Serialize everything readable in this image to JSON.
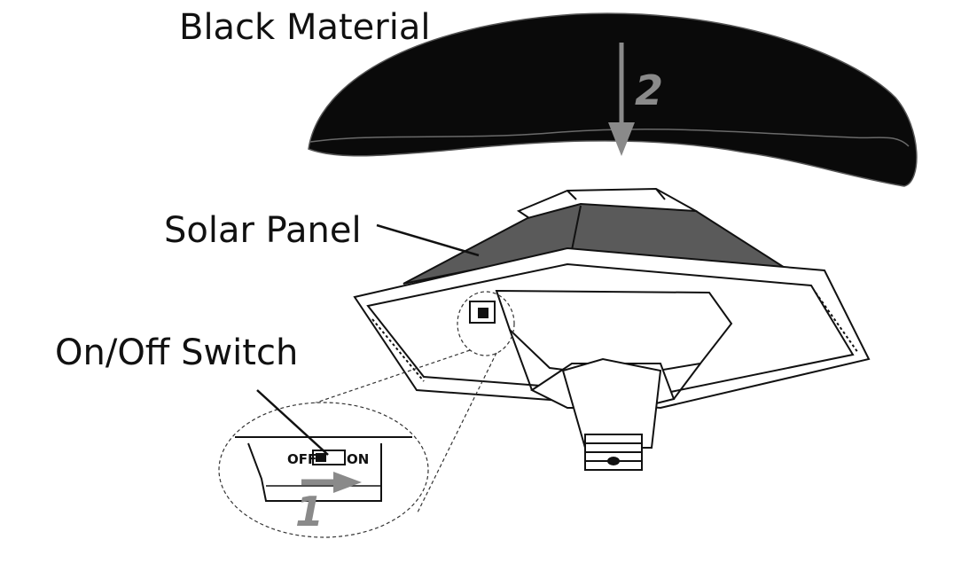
{
  "labels": {
    "black_material": "Black Material",
    "solar_panel": "Solar Panel",
    "switch": "On/Off Switch"
  },
  "switch_detail": {
    "off": "OFF",
    "on": "ON"
  },
  "steps": {
    "step1": "1",
    "step2": "2"
  },
  "colors": {
    "material": "#0a0a0a",
    "panel": "#5a5a5a",
    "arrow": "#8a8a8a",
    "line": "#111111"
  }
}
